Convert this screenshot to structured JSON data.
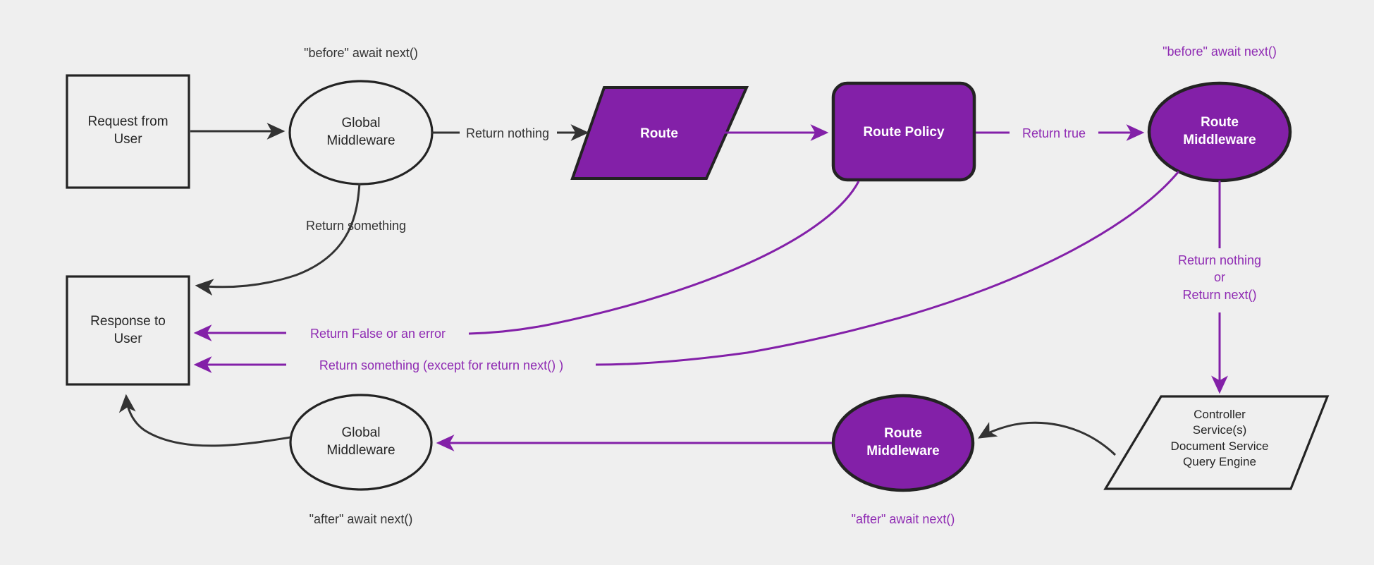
{
  "diagram": {
    "title": "Request lifecycle middleware flow",
    "background_color": "#efefef",
    "accent_color": "#8320a8",
    "accent_text_color": "#8f2bb3",
    "dark_stroke_color": "#232323",
    "light_text_color": "#ffffff",
    "dark_text_color": "#262626"
  },
  "nodes": {
    "request_from_user": {
      "label": "Request from\nUser",
      "shape": "rectangle",
      "fill": "none",
      "text_color": "#262626"
    },
    "global_middleware_top": {
      "label": "Global\nMiddleware",
      "shape": "ellipse",
      "fill": "none",
      "text_color": "#262626"
    },
    "route": {
      "label": "Route",
      "shape": "parallelogram",
      "fill": "#8320a8",
      "text_color": "#ffffff"
    },
    "route_policy": {
      "label": "Route Policy",
      "shape": "rounded-rectangle",
      "fill": "#8320a8",
      "text_color": "#ffffff"
    },
    "route_middleware_top": {
      "label": "Route\nMiddleware",
      "shape": "ellipse",
      "fill": "#8320a8",
      "text_color": "#ffffff"
    },
    "response_to_user": {
      "label": "Response to\nUser",
      "shape": "rectangle",
      "fill": "none",
      "text_color": "#262626"
    },
    "global_middleware_bottom": {
      "label": "Global\nMiddleware",
      "shape": "ellipse",
      "fill": "none",
      "text_color": "#262626"
    },
    "route_middleware_bottom": {
      "label": "Route\nMiddleware",
      "shape": "ellipse",
      "fill": "#8320a8",
      "text_color": "#ffffff"
    },
    "controller_stack": {
      "label": "Controller\nService(s)\nDocument Service\nQuery Engine",
      "shape": "parallelogram",
      "fill": "none",
      "text_color": "#262626"
    }
  },
  "edge_labels": {
    "return_nothing_top": "Return nothing",
    "return_something_top": "Return something",
    "return_true": "Return true",
    "return_false_or_error": "Return False or an error",
    "return_something_except_next": "Return something (except for return next() )",
    "return_nothing_or_next": "Return nothing\nor\nReturn next()"
  },
  "annotations": {
    "before_await_next_global": "\"before\" await next()",
    "before_await_next_route": "\"before\" await next()",
    "after_await_next_global": "\"after\" await next()",
    "after_await_next_route": "\"after\" await next()"
  }
}
